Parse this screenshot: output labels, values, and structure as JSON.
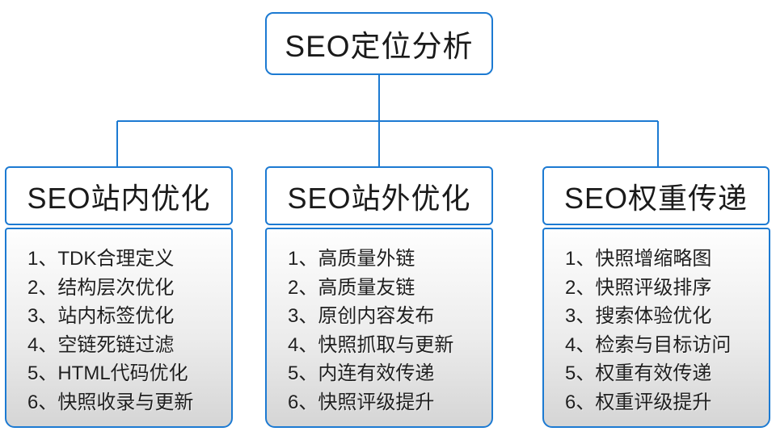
{
  "colors": {
    "accent": "#1c7ad2",
    "text": "#1a1a1a",
    "list-top": "#fefefe",
    "list-mid": "#ececec",
    "list-bottom": "#d5d5d5"
  },
  "root": {
    "title": "SEO定位分析"
  },
  "columns": [
    {
      "title": "SEO站内优化",
      "items": [
        "1、TDK合理定义",
        "2、结构层次优化",
        "3、站内标签优化",
        "4、空链死链过滤",
        "5、HTML代码优化",
        "6、快照收录与更新"
      ]
    },
    {
      "title": "SEO站外优化",
      "items": [
        "1、高质量外链",
        "2、高质量友链",
        "3、原创内容发布",
        "4、快照抓取与更新",
        "5、内连有效传递",
        "6、快照评级提升"
      ]
    },
    {
      "title": "SEO权重传递",
      "items": [
        "1、快照增缩略图",
        "2、快照评级排序",
        "3、搜索体验优化",
        "4、检索与目标访问",
        "5、权重有效传递",
        "6、权重评级提升"
      ]
    }
  ]
}
